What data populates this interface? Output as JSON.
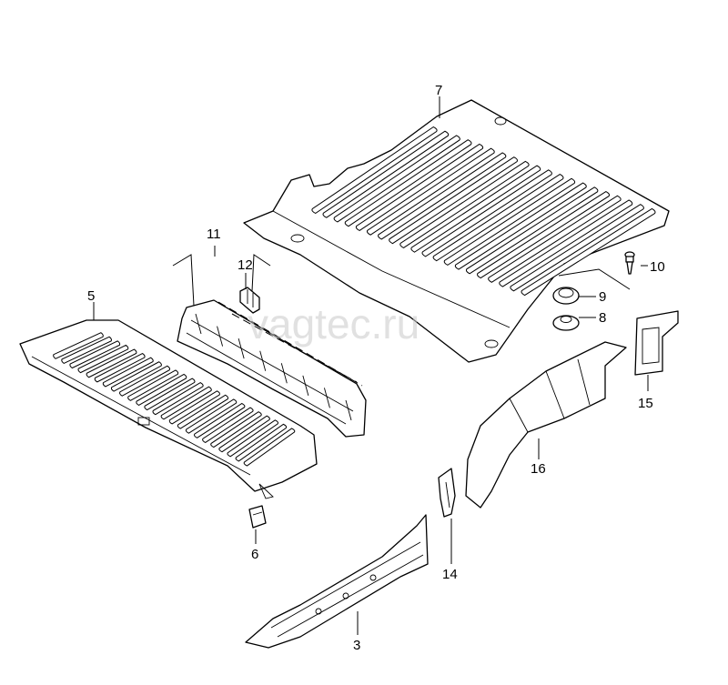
{
  "watermark": "vagtec.ru",
  "callouts": {
    "c3": "3",
    "c5": "5",
    "c6": "6",
    "c7": "7",
    "c8": "8",
    "c9": "9",
    "c10": "10",
    "c11": "11",
    "c12": "12",
    "c14": "14",
    "c15": "15",
    "c16": "16"
  }
}
